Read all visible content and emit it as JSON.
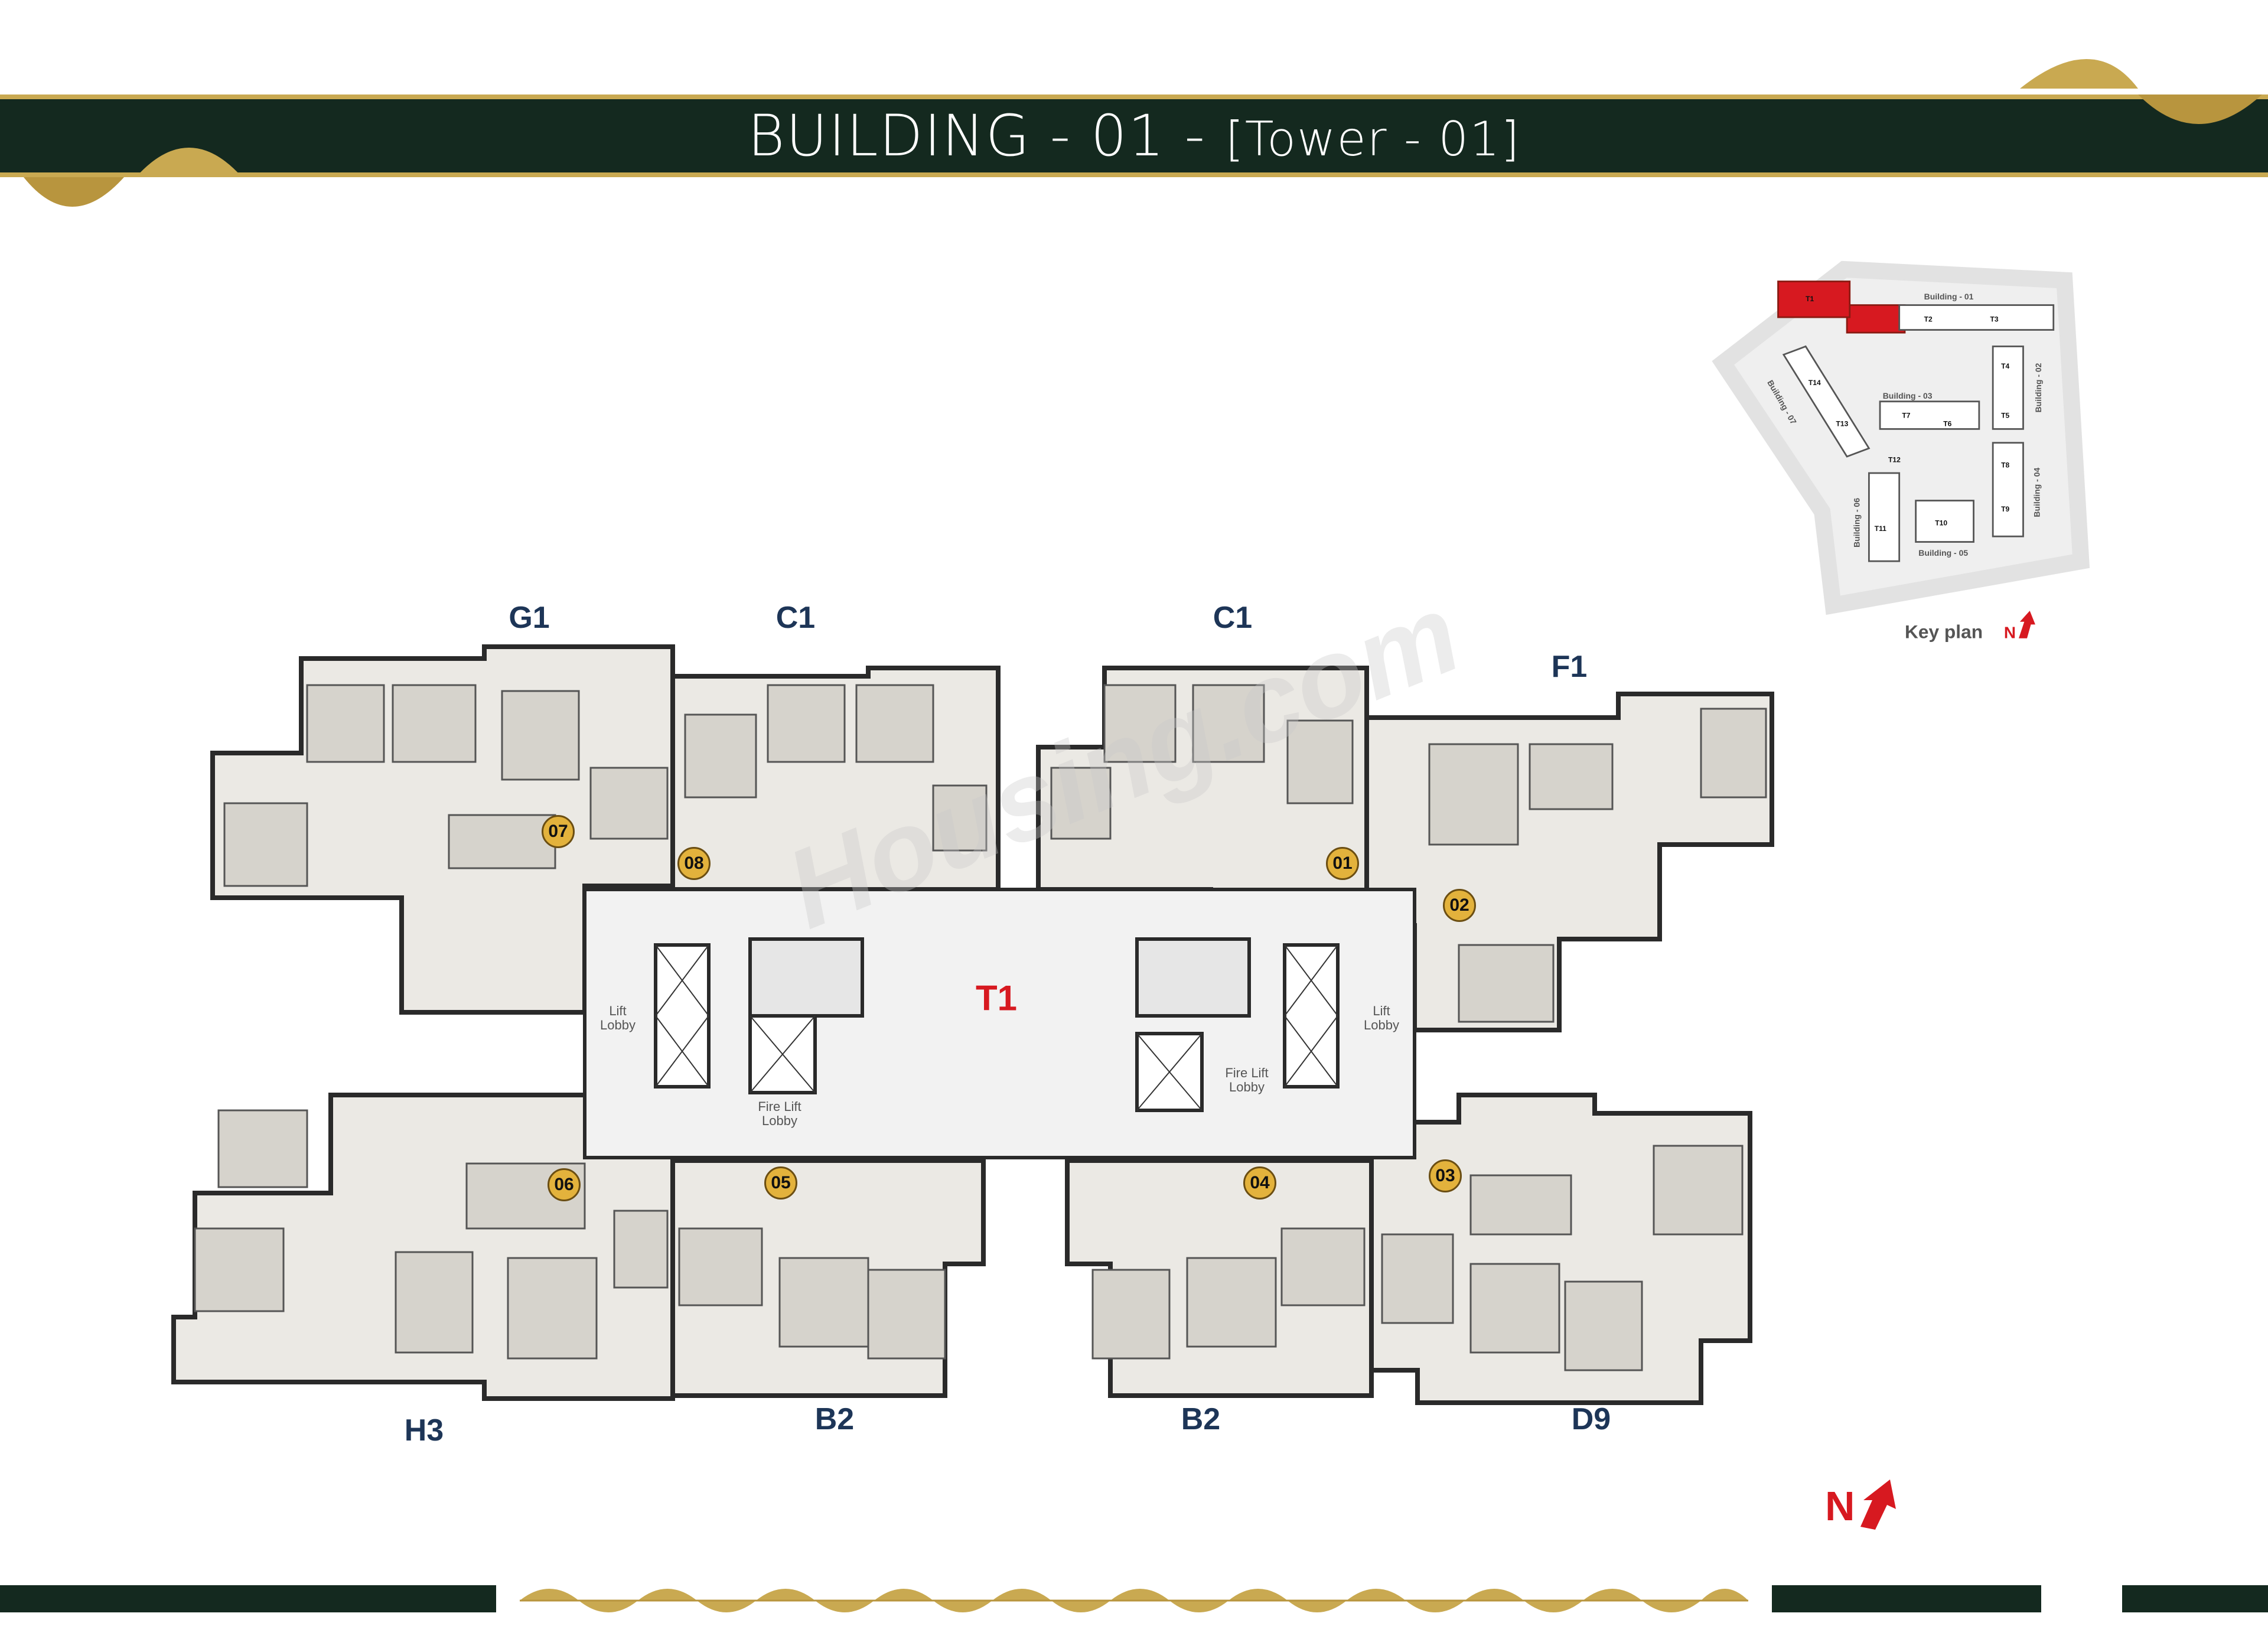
{
  "header": {
    "title": "BUILDING - 01 - ",
    "subtitle": "[Tower - 01]"
  },
  "tower_label": "T1",
  "unit_types": {
    "g1": "G1",
    "c1_left": "C1",
    "c1_right": "C1",
    "f1": "F1",
    "h3": "H3",
    "b2_left": "B2",
    "b2_right": "B2",
    "d9": "D9"
  },
  "unit_numbers": {
    "u01": "01",
    "u02": "02",
    "u03": "03",
    "u04": "04",
    "u05": "05",
    "u06": "06",
    "u07": "07",
    "u08": "08"
  },
  "core": {
    "lift_lobby_left": "Lift Lobby",
    "lift_lobby_right": "Lift Lobby",
    "fire_lift_lobby_left": "Fire Lift Lobby",
    "fire_lift_lobby_right": "Fire Lift Lobby"
  },
  "key_plan": {
    "label": "Key plan",
    "north": "N",
    "buildings": [
      "Building - 01",
      "Building - 02",
      "Building - 03",
      "Building - 04",
      "Building - 05",
      "Building - 06",
      "Building - 07"
    ],
    "towers": [
      "T1",
      "T2",
      "T3",
      "T4",
      "T5",
      "T6",
      "T7",
      "T8",
      "T9",
      "T10",
      "T11",
      "T12",
      "T13",
      "T14"
    ],
    "highlighted": "T1",
    "highlight_color": "#d71920"
  },
  "north_indicator": "N",
  "watermark": "Housing.com",
  "colors": {
    "band": "#14291f",
    "gold": "#c9a951",
    "accent_red": "#d71920",
    "unit_label": "#1d3557"
  }
}
